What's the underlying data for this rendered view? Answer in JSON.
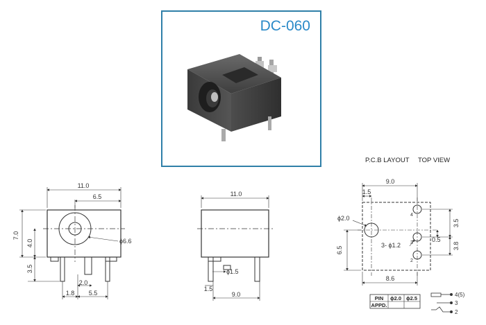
{
  "product": {
    "model": "DC-060",
    "accent_color": "#2f7fa8",
    "title_color": "#2a8ac8"
  },
  "front_view": {
    "width": "11.0",
    "offset": "6.5",
    "height": "7.0",
    "center_height": "4.0",
    "pin_length": "3.5",
    "hole_dia": "ϕ6.6",
    "pin_gap": "2.0",
    "pin_spacing_a": "1.8",
    "pin_spacing_b": "5.5"
  },
  "side_view": {
    "width": "11.0",
    "pin_dia": "ϕ1.5",
    "pin_offset": "1.5",
    "pin_span": "9.0"
  },
  "pcb_layout": {
    "heading": "P.C.B LAYOUT",
    "view": "TOP VIEW",
    "width": "9.0",
    "left_offset": "1.5",
    "big_hole": "ϕ2.0",
    "small_holes": "3- ϕ1.2",
    "right_a": "3.5",
    "right_b": "0.5",
    "right_c": "3.8",
    "left_height": "6.5",
    "bottom_width": "8.6",
    "pin_labels": [
      "4",
      "3",
      "2"
    ]
  },
  "table": {
    "row1": [
      "PIN",
      "ϕ2.0",
      "ϕ2.5"
    ],
    "row2": [
      "APPD.",
      "",
      ""
    ]
  },
  "schematic": {
    "pins": [
      "4(5)",
      "3",
      "2"
    ]
  }
}
